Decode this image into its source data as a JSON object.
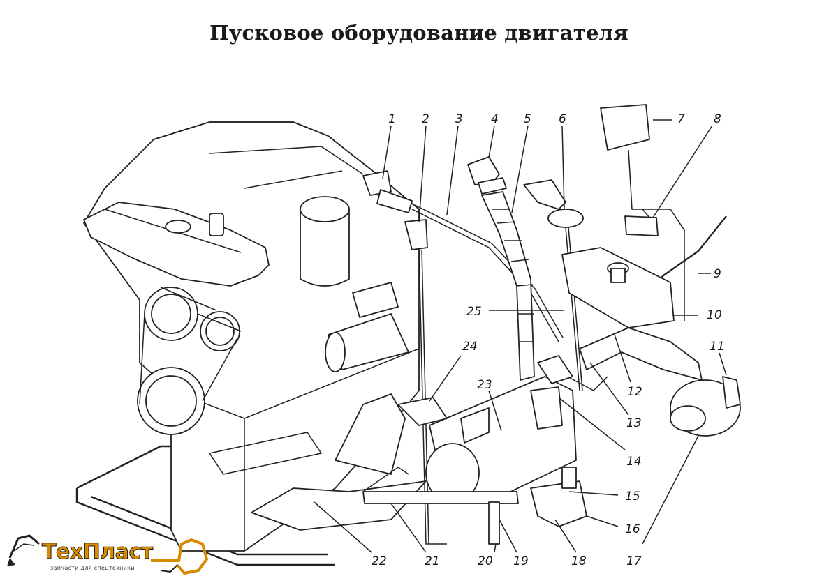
{
  "title": "Пусковое оборудование двигателя",
  "callouts": [
    "1",
    "2",
    "3",
    "4",
    "5",
    "6",
    "7",
    "8",
    "9",
    "10",
    "11",
    "12",
    "13",
    "14",
    "15",
    "16",
    "17",
    "18",
    "19",
    "20",
    "21",
    "22",
    "23",
    "24",
    "25"
  ],
  "logo": {
    "name": "ТехПласт",
    "tagline": "запчасти для спецтехники"
  }
}
